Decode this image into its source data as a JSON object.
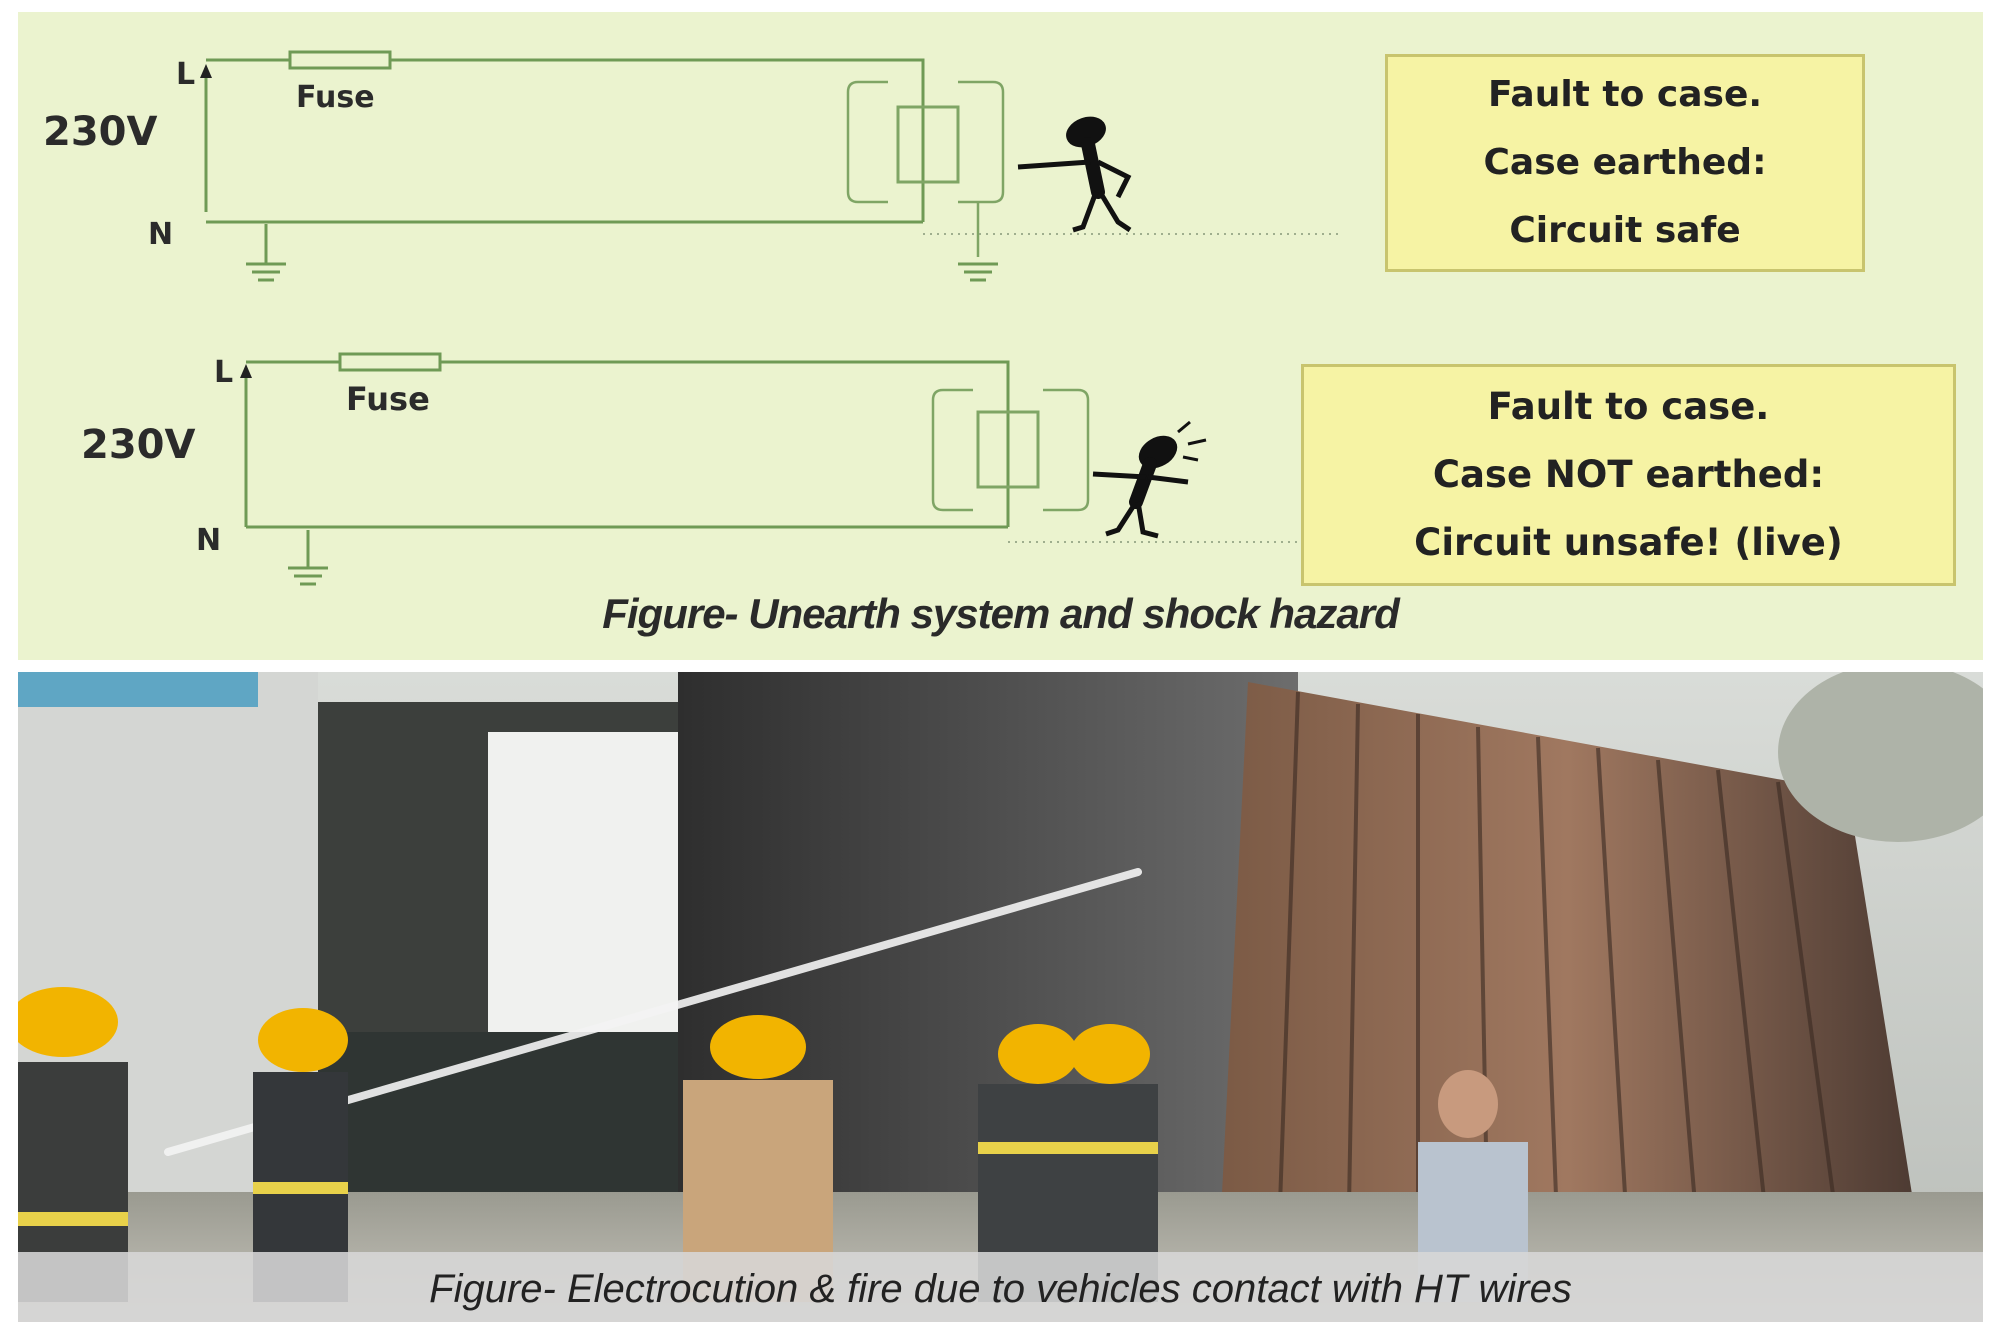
{
  "diagram": {
    "circuit_top": {
      "line_label": "L",
      "neutral_label": "N",
      "voltage_label": "230V",
      "fuse_label": "Fuse",
      "info_box": [
        "Fault to case.",
        "Case earthed:",
        "Circuit safe"
      ]
    },
    "circuit_bottom": {
      "line_label": "L",
      "neutral_label": "N",
      "voltage_label": "230V",
      "fuse_label": "Fuse",
      "info_box": [
        "Fault to case.",
        "Case NOT earthed:",
        "Circuit unsafe! (live)"
      ]
    },
    "caption": "Figure- Unearth system and shock hazard"
  },
  "photo": {
    "caption": "Figure- Electrocution & fire due to vehicles contact with HT wires"
  },
  "colors": {
    "diagram_background": "#ebf3cf",
    "wire": "#6f9a55",
    "info_box_fill": "#f6f3a4",
    "helmet": "#f2b400"
  }
}
